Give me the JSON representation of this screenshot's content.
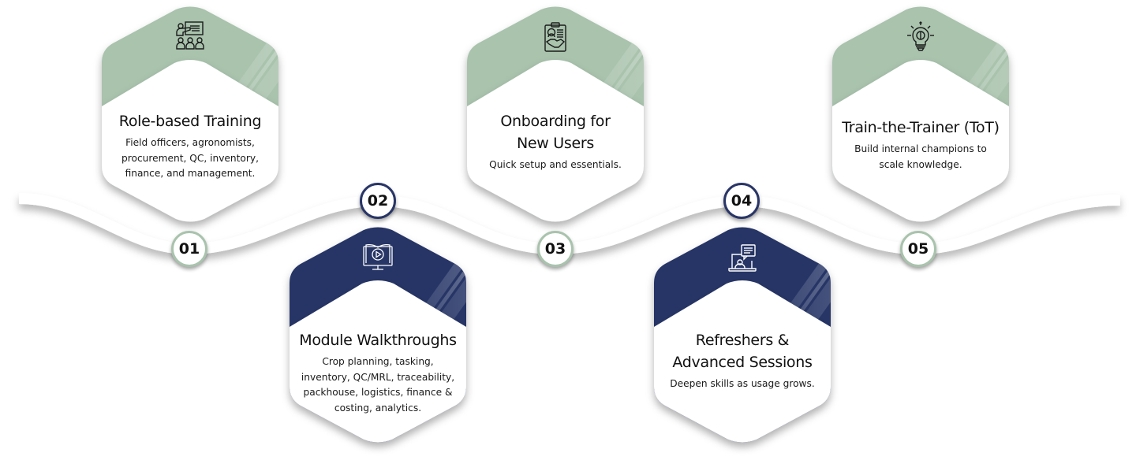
{
  "colors": {
    "green": "#a9c3ad",
    "navy": "#283566",
    "card_body": "#ffffff",
    "ribbon": "#ffffff"
  },
  "steps": [
    {
      "number": "01",
      "title_lines": [
        "Role-based Training"
      ],
      "description_lines": [
        "Field officers, agronomists,",
        "procurement, QC, inventory,",
        "finance, and management."
      ],
      "icon": "classroom-trainer-icon",
      "theme": "green"
    },
    {
      "number": "02",
      "title_lines": [
        "Module Walkthroughs"
      ],
      "description_lines": [
        "Crop planning, tasking,",
        "inventory, QC/MRL, traceability,",
        "packhouse, logistics, finance &",
        "costing, analytics."
      ],
      "icon": "video-book-monitor-icon",
      "theme": "navy"
    },
    {
      "number": "03",
      "title_lines": [
        "Onboarding for",
        "New Users"
      ],
      "description_lines": [
        "Quick setup and essentials."
      ],
      "icon": "clipboard-handshake-icon",
      "theme": "green"
    },
    {
      "number": "04",
      "title_lines": [
        "Refreshers &",
        "Advanced Sessions"
      ],
      "description_lines": [
        "Deepen skills as usage grows."
      ],
      "icon": "online-session-icon",
      "theme": "navy"
    },
    {
      "number": "05",
      "title_lines": [
        "Train-the-Trainer (ToT)"
      ],
      "description_lines": [
        "Build internal champions to",
        "scale knowledge."
      ],
      "icon": "idea-bulb-brain-icon",
      "theme": "green"
    }
  ]
}
